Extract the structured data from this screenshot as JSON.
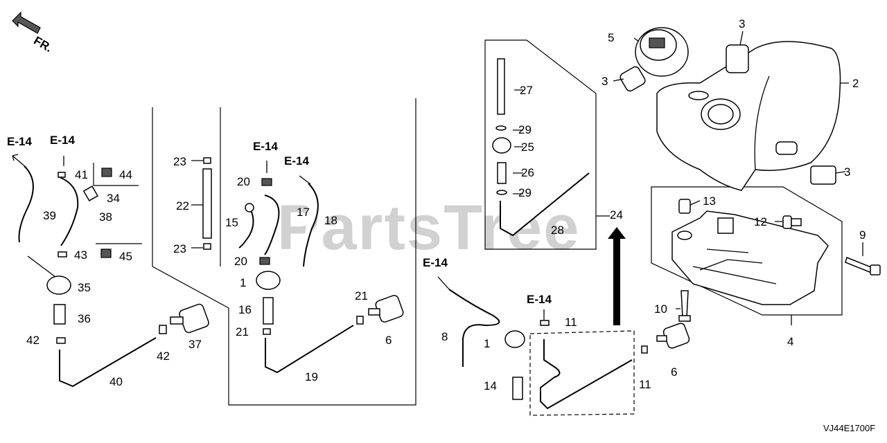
{
  "diagram": {
    "watermark": "PartsTree",
    "front_indicator": "FR.",
    "ref_code": "VJ44E1700F",
    "ref_labels": [
      "E-14",
      "E-14",
      "E-14",
      "E-14",
      "E-14",
      "E-14"
    ],
    "part_labels": {
      "p1a": "1",
      "p1b": "1",
      "p2": "2",
      "p3a": "3",
      "p3b": "3",
      "p3c": "3",
      "p4": "4",
      "p5": "5",
      "p6a": "6",
      "p6b": "6",
      "p8": "8",
      "p9": "9",
      "p10": "10",
      "p11a": "11",
      "p11b": "11",
      "p12": "12",
      "p13": "13",
      "p14": "14",
      "p15": "15",
      "p16": "16",
      "p17": "17",
      "p18": "18",
      "p19": "19",
      "p20a": "20",
      "p20b": "20",
      "p21a": "21",
      "p21b": "21",
      "p22": "22",
      "p23a": "23",
      "p23b": "23",
      "p24": "24",
      "p25": "25",
      "p26": "26",
      "p27": "27",
      "p28": "28",
      "p29a": "29",
      "p29b": "29",
      "p34": "34",
      "p35": "35",
      "p36": "36",
      "p37": "37",
      "p38": "38",
      "p39": "39",
      "p40": "40",
      "p41": "41",
      "p42a": "42",
      "p42b": "42",
      "p43": "43",
      "p44": "44",
      "p45": "45"
    }
  }
}
